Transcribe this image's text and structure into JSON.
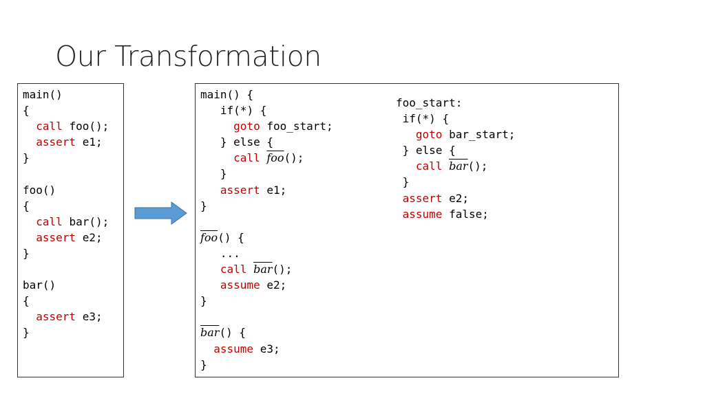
{
  "slide": {
    "title": "Our Transformation"
  },
  "tokens": {
    "main": "main()",
    "main_open": "main() {",
    "open": "{",
    "close": "}",
    "call": "call",
    "assert": "assert",
    "assume": "assume",
    "goto": "goto",
    "foo_call": "foo();",
    "bar_call": "bar();",
    "e1": "e1;",
    "e2": "e2;",
    "e3": "e3;",
    "foo": "foo()",
    "bar": "bar()",
    "if_star": "if(*) {",
    "foo_start_target": "foo_start;",
    "bar_start_target": "bar_start;",
    "else_open": "} else {",
    "foo_name": "foo",
    "bar_name": "bar",
    "call_suffix": "();",
    "def_suffix": "() {",
    "ellipsis": "...",
    "foo_start_label": "foo_start:",
    "false_stmt": "false;"
  },
  "colors": {
    "keyword": "#c00000",
    "arrow_fill": "#5b9bd5",
    "arrow_stroke": "#41719c",
    "border": "#333333"
  },
  "icons": {
    "arrow": "right-arrow-icon"
  }
}
